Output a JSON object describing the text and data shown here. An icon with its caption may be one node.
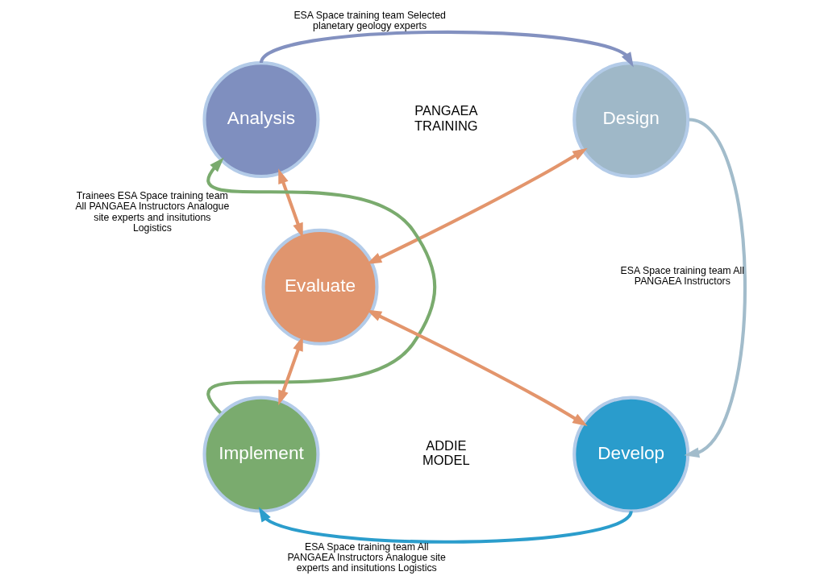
{
  "diagram": {
    "nodes": [
      {
        "text": [
          "Analysis"
        ]
      },
      {
        "text": [
          "Design"
        ]
      },
      {
        "text": [
          "Develop"
        ]
      },
      {
        "text": [
          "Implement"
        ]
      },
      {
        "text": [
          "Evaluate"
        ]
      }
    ],
    "edges": [
      {
        "from": 0,
        "to": 1,
        "arrow": "to",
        "color": "#8391c0",
        "label": "ESA Space training team Selected planetary geology experts"
      },
      {
        "from": 1,
        "to": 2,
        "arrow": "to",
        "color": "#a2bccb",
        "label": "ESA Space training team All PANGAEA Instructors"
      },
      {
        "from": 2,
        "to": 3,
        "arrow": "to",
        "color": "#2b9dcc",
        "label": "ESA Space training team All PANGAEA Instructors Analogue site experts and insitutions Logistics"
      },
      {
        "from": 3,
        "to": 0,
        "arrow": "to",
        "color": "#7aab6e",
        "label": "Trainees ESA Space training team All PANGAEA Instructors Analogue site experts and insitutions Logistics"
      },
      {
        "from": 0,
        "to": 4,
        "arrow": "both",
        "color": "#e3956c"
      },
      {
        "from": 1,
        "to": 4,
        "arrow": "both",
        "color": "#e3956c"
      },
      {
        "from": 4,
        "to": 3,
        "arrow": "both",
        "color": "#e3956c"
      },
      {
        "from": 4,
        "to": 2,
        "arrow": "both",
        "color": "#e3956c"
      }
    ],
    "labels": [
      "PANGAEA TRAINING",
      "ADDIE MODEL"
    ]
  }
}
